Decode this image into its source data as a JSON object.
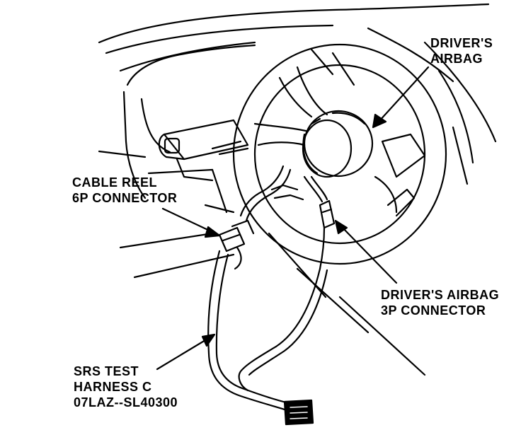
{
  "labels": {
    "drivers_airbag": {
      "line1": "DRIVER'S",
      "line2": "AIRBAG"
    },
    "cable_reel_connector": {
      "line1": "CABLE REEL",
      "line2": "6P CONNECTOR"
    },
    "airbag_3p_connector": {
      "line1": "DRIVER'S AIRBAG",
      "line2": "3P CONNECTOR"
    },
    "srs_test_harness": {
      "line1": "SRS TEST",
      "line2": "HARNESS C",
      "line3": "07LAZ--SL40300"
    }
  },
  "colors": {
    "ink": "#000000",
    "paper": "#ffffff"
  }
}
